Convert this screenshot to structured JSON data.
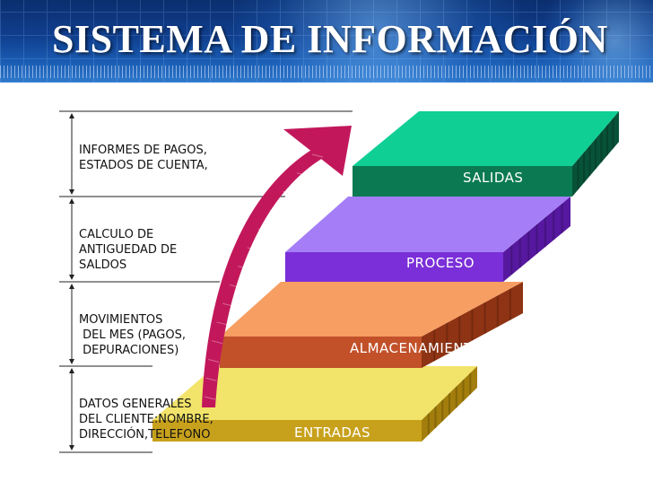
{
  "title": "SISTEMA DE INFORMACIÓN",
  "steps": [
    {
      "label": "ENTRADAS",
      "description": [
        "DATOS GENERALES",
        "DEL CLIENTE:NOMBRE,",
        "DIRECCIÓN,TELEFONO"
      ],
      "colors": {
        "top": "#f2e36a",
        "front": "#c8a11c",
        "side": "#a37e0c"
      }
    },
    {
      "label": "ALMACENAMIENTO",
      "description": [
        "MOVIMIENTOS",
        " DEL MES (PAGOS,",
        " DEPURACIONES)"
      ],
      "colors": {
        "top": "#f79e62",
        "front": "#c2512a",
        "side": "#8e3313"
      }
    },
    {
      "label": "PROCESO",
      "description": [
        "CALCULO DE",
        "ANTIGUEDAD DE",
        "SALDOS"
      ],
      "colors": {
        "top": "#a57ef7",
        "front": "#7a2fd8",
        "side": "#56189f"
      }
    },
    {
      "label": "SALIDAS",
      "description": [
        "INFORMES DE PAGOS,",
        "ESTADOS DE CUENTA,"
      ],
      "colors": {
        "top": "#0fcf95",
        "front": "#0b7a52",
        "side": "#075238"
      }
    }
  ],
  "arrow_color": "#c2185b",
  "header_colors": {
    "text": "#ffffff",
    "background": "#103f8f"
  }
}
